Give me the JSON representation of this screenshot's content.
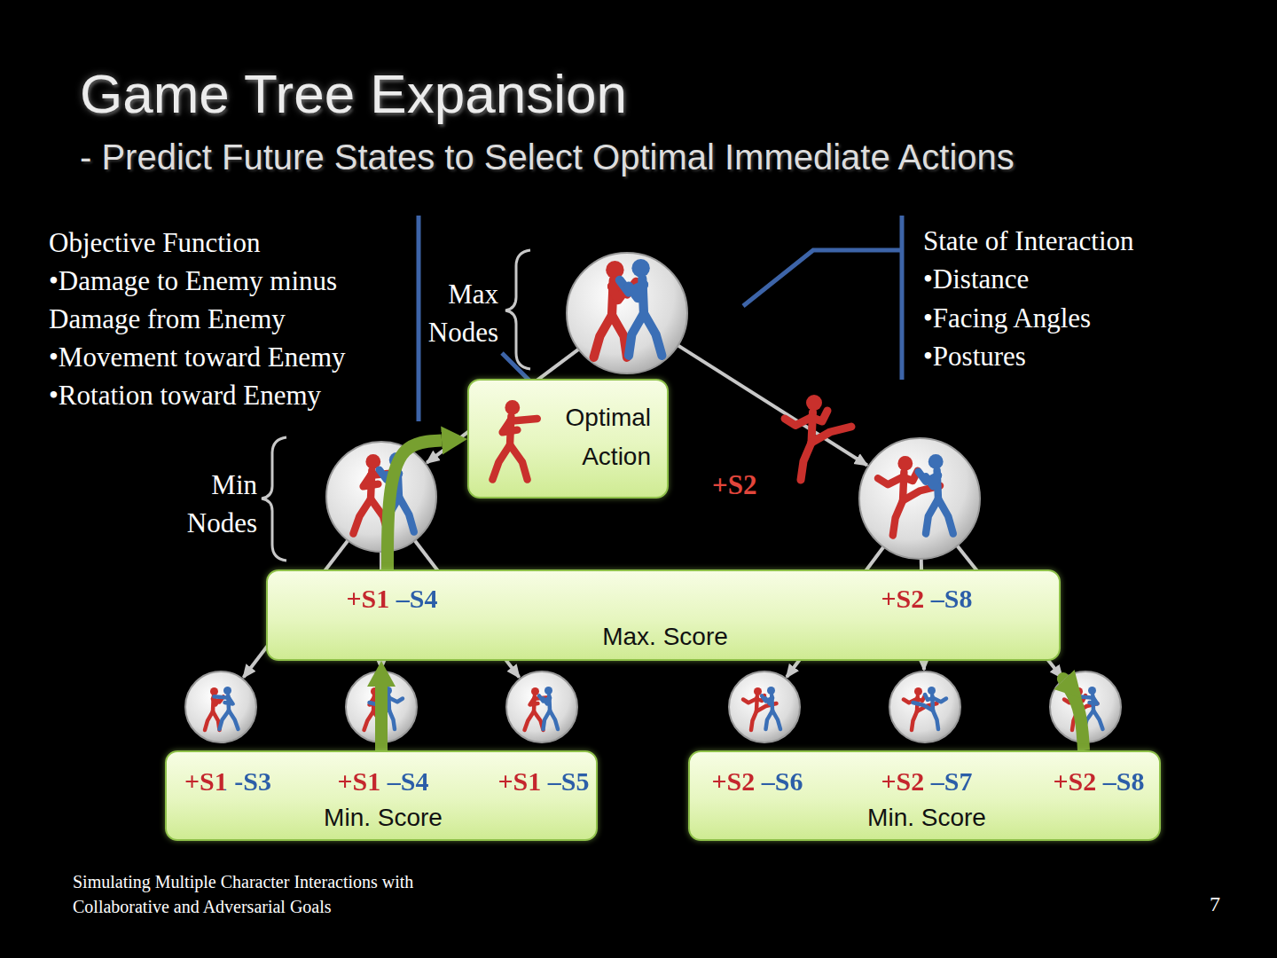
{
  "diagram": {
    "title": "Game Tree Expansion",
    "caption": "Simulating Multiple Character Interactions with Collaborative and Adversarial Goals",
    "nodes": [
      {
        "text": [
          "Optimal Action"
        ]
      },
      {
        "text": [
          "+S1 –S4",
          "+S2 –S8",
          "Max. Score"
        ]
      },
      {
        "text": [
          "+S1 -S3",
          "+S1 –S4",
          "+S1 –S5",
          "Min. Score"
        ]
      },
      {
        "text": [
          "+S2 –S6",
          "+S2 –S7",
          "+S2 –S8",
          "Min. Score"
        ]
      }
    ],
    "edges": [
      {
        "from": 2,
        "to": 1,
        "arrow": "to"
      },
      {
        "from": 3,
        "to": 1,
        "arrow": "to"
      },
      {
        "from": 1,
        "to": 0,
        "arrow": "to"
      }
    ],
    "labels": [
      "- Predict Future States to Select Optimal Immediate Actions",
      "Objective Function",
      "•Damage to Enemy minus Damage from Enemy",
      "•Movement toward Enemy",
      "•Rotation toward Enemy",
      "Max Nodes",
      "Min Nodes",
      "State of Interaction",
      "•Distance",
      "•Facing Angles",
      "•Postures",
      "+S2",
      "7"
    ]
  }
}
